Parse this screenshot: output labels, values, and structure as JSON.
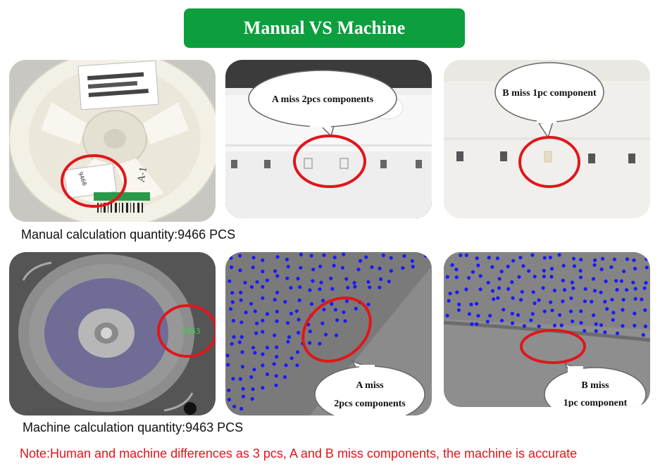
{
  "title": "Manual VS Machine",
  "colors": {
    "banner_bg": "#0d9e3e",
    "banner_text": "#ffffff",
    "highlight_circle": "#e0161b",
    "detected_dot": "#1a1aff",
    "note_text": "#e3131b"
  },
  "manual": {
    "reel_label": "9466",
    "reel_handwriting": "A-1",
    "callout_a": "A miss 2pcs components",
    "callout_b": "B miss 1pc component",
    "caption": "Manual calculation quantity:9466 PCS"
  },
  "machine": {
    "count_readout": "9463",
    "callout_a_line1": "A miss",
    "callout_a_line2": "2pcs components",
    "callout_b_line1": "B miss",
    "callout_b_line2": "1pc component",
    "caption": "Machine calculation quantity:9463 PCS"
  },
  "note": "Note:Human and machine differences as 3 pcs, A and B miss components, the machine is accurate"
}
